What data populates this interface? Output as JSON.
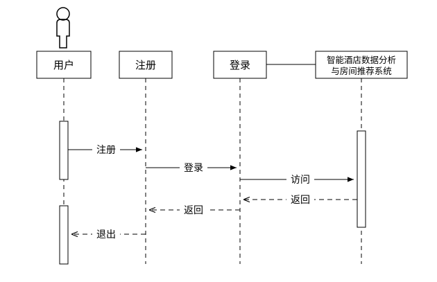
{
  "participants": {
    "user": "用户",
    "register": "注册",
    "login": "登录",
    "system_line1": "智能酒店数据分析",
    "system_line2": "与房间推荐系统"
  },
  "messages": {
    "m1": "注册",
    "m2": "登录",
    "m3": "访问",
    "m4": "返回",
    "m5": "返回",
    "m6": "退出"
  }
}
